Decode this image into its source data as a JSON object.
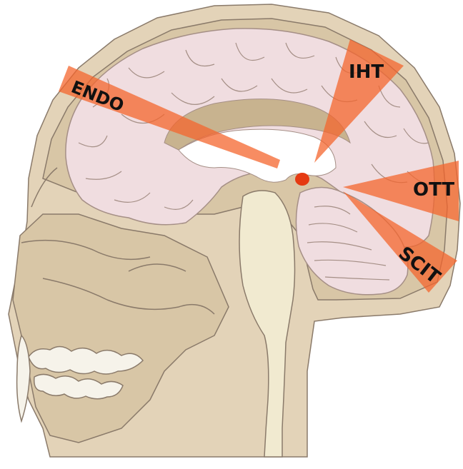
{
  "labels": {
    "endo": "ENDO",
    "iht": "IHT",
    "ott": "OTT",
    "scit": "SCIT"
  },
  "colors": {
    "background": "#ffffff",
    "bone": "#d8c6a6",
    "bone_dark": "#c8b38f",
    "scalp": "#e3d3b8",
    "brain": "#f0dde0",
    "brain_outline": "#a58f86",
    "brainstem": "#f1ead0",
    "corridor": "#f4652d",
    "corridor_opacity": 0.75,
    "lesion": "#e53a12",
    "teeth": "#f6f3ea",
    "outline": "#8a7a6a",
    "label_text": "#111111"
  },
  "icons": {
    "lesion": "tumor-marker",
    "corridors": "surgical-approach-wedge"
  }
}
